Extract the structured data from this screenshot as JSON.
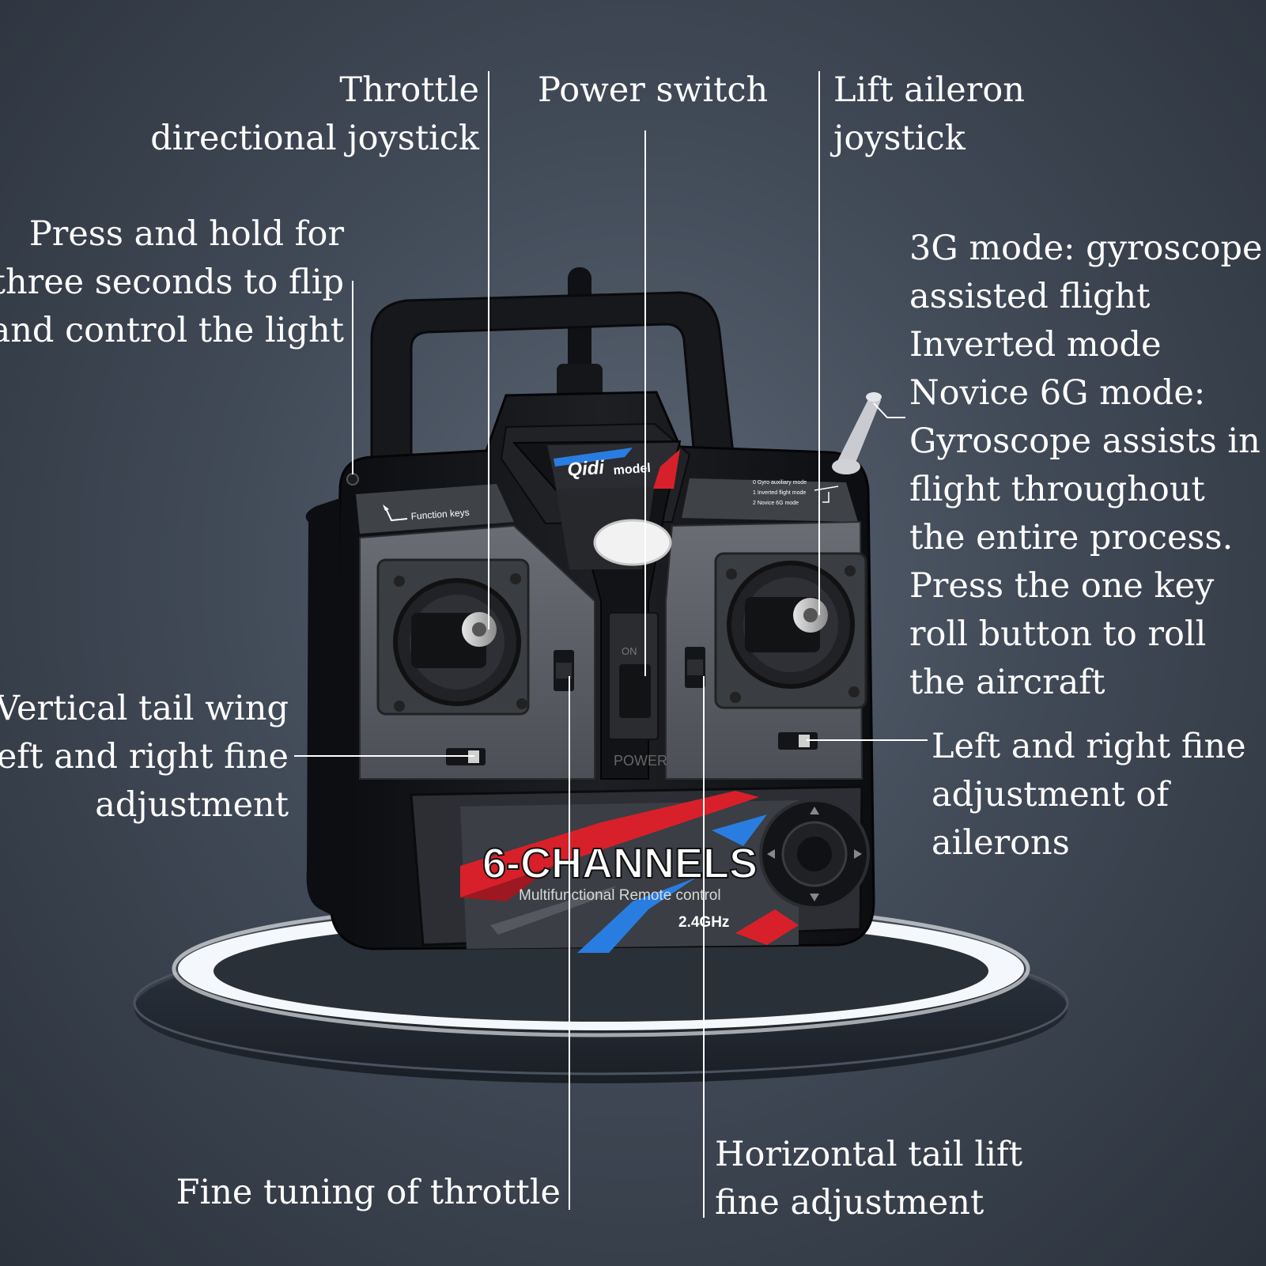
{
  "callouts": {
    "throttle_joystick": [
      "Throttle",
      "directional joystick"
    ],
    "power_switch": [
      "Power switch"
    ],
    "lift_aileron_joystick": [
      "Lift aileron",
      "joystick"
    ],
    "function_key": [
      "Press and hold for",
      "three seconds to flip",
      "and control the light"
    ],
    "gyro_modes": [
      "3G mode: gyroscope",
      "assisted flight",
      "Inverted mode",
      "Novice 6G mode:",
      "Gyroscope assists in",
      "flight throughout",
      "the entire process.",
      "Press the one key",
      "roll button to roll",
      "the aircraft"
    ],
    "vertical_tail_trim": [
      "Vertical tail wing",
      "left and right fine",
      "adjustment"
    ],
    "aileron_trim": [
      "Left and right fine",
      "adjustment of",
      "ailerons"
    ],
    "throttle_trim": [
      "Fine tuning of throttle"
    ],
    "horizontal_tail_trim": [
      "Horizontal tail lift",
      "fine adjustment"
    ]
  },
  "device": {
    "brand": "Qidi",
    "brand_suffix": "model",
    "function_keys_label": "Function keys",
    "mode_lines": [
      "0 Gyro auxiliary mode",
      "1 Inverted flight mode",
      "2 Novice 6G mode"
    ],
    "switch_on_label": "ON",
    "power_label": "POWER",
    "channels_title": "6-CHANNELS",
    "channels_subtitle": "Multifunctional Remote control",
    "frequency": "2.4GHz"
  },
  "colors": {
    "background": "#3a4350",
    "text": "#ffffff",
    "accent_red": "#d8202a",
    "accent_blue": "#2a7de0",
    "body_black": "#151619",
    "panel_gray": "#5a5d63"
  }
}
